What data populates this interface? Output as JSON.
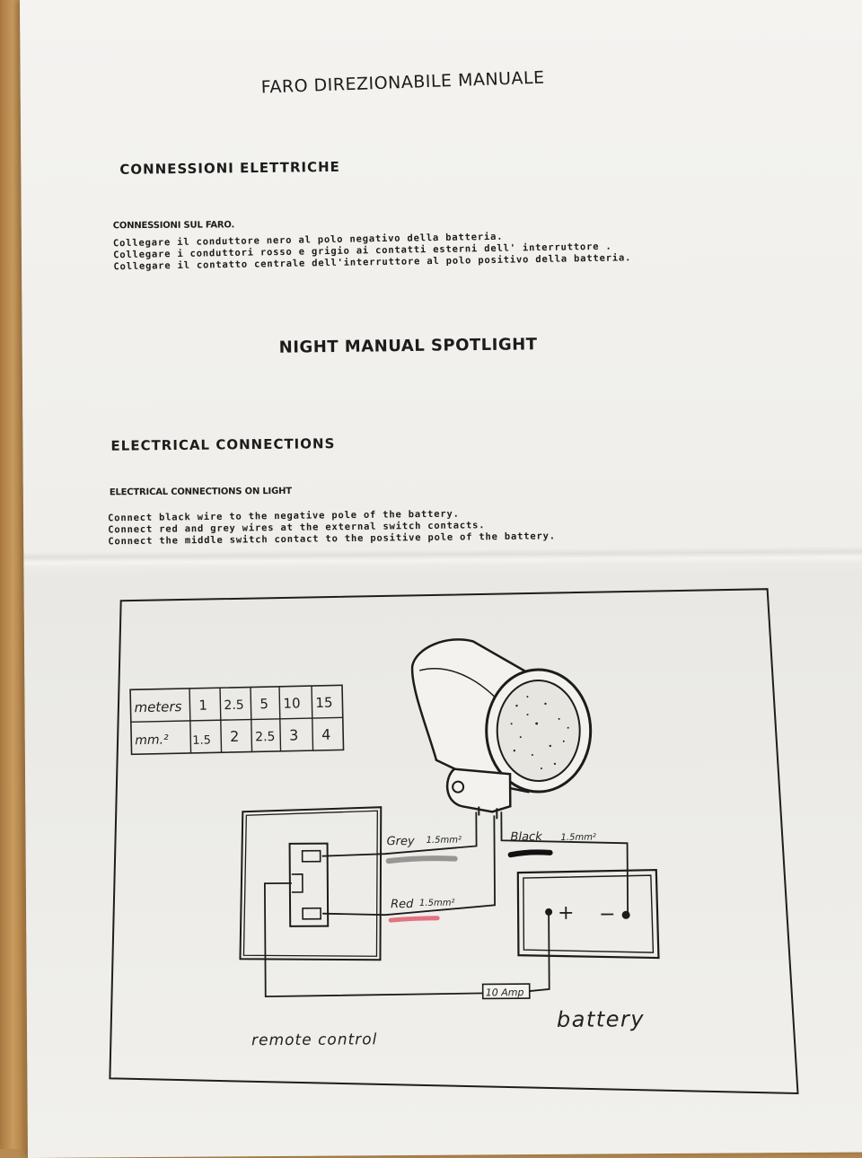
{
  "italian": {
    "title": "FARO DIREZIONABILE MANUALE",
    "section": "CONNESSIONI ELETTRICHE",
    "subsection": "CONNESSIONI SUL FARO.",
    "lines": [
      "Collegare il conduttore nero al polo negativo della batteria.",
      "Collegare i conduttori rosso e grigio ai contatti esterni dell' interruttore .",
      "Collegare il contatto centrale dell'interruttore al polo positivo della batteria."
    ]
  },
  "english": {
    "title": "NIGHT MANUAL SPOTLIGHT",
    "section": "ELECTRICAL CONNECTIONS",
    "subsection": "ELECTRICAL CONNECTIONS ON LIGHT",
    "lines": [
      "Connect black wire to the negative pole of the battery.",
      "Connect red and grey wires at the external switch contacts.",
      "Connect the middle switch contact to the positive pole of the battery."
    ]
  },
  "diagram": {
    "table": {
      "row_headers": [
        "meters",
        "mm.²"
      ],
      "meters": [
        "1",
        "2.5",
        "5",
        "10",
        "15"
      ],
      "mm2": [
        "1.5",
        "2",
        "2.5",
        "3",
        "4"
      ]
    },
    "wires": {
      "grey": "Grey",
      "grey_size": "1.5mm²",
      "red": "Red",
      "red_size": "1.5mm²",
      "black": "Black",
      "black_size": "1.5mm²"
    },
    "fuse": "10 Amp",
    "battery_plus": "+",
    "battery_minus": "−",
    "label_remote": "remote control",
    "label_battery": "battery"
  },
  "colors": {
    "paper": "#f1f0ec",
    "ink": "#1c1c1c",
    "grey_wire": "#777777",
    "red_wire": "#e0556a",
    "black_wire": "#111111"
  }
}
